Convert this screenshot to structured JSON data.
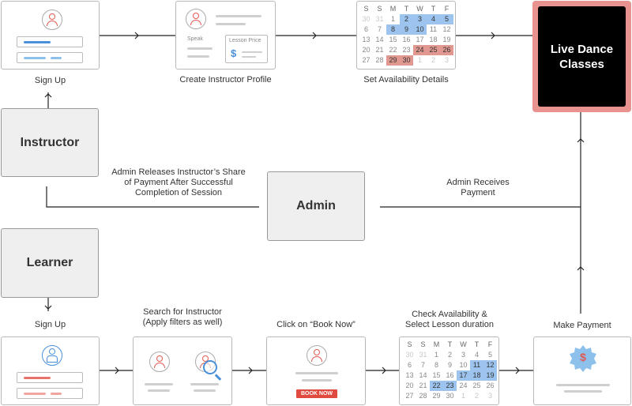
{
  "roles": {
    "instructor": "Instructor",
    "learner": "Learner",
    "admin": "Admin",
    "live_classes_line1": "Live Dance",
    "live_classes_line2": "Classes"
  },
  "instructor_flow": {
    "signup": "Sign Up",
    "create_profile": "Create Instructor Profile",
    "profile_speak": "Speak",
    "profile_lesson_price": "Lesson Price",
    "profile_currency": "$",
    "set_availability": "Set Availability Details"
  },
  "learner_flow": {
    "signup": "Sign Up",
    "search_line1": "Search for Instructor",
    "search_line2": "(Apply filters as well)",
    "book_now": "Click on “Book Now”",
    "book_button": "BOOK NOW",
    "check_line1": "Check Availability &",
    "check_line2": "Select Lesson duration",
    "make_payment": "Make Payment",
    "payment_currency": "$"
  },
  "admin_flow": {
    "releases_line1": "Admin Releases Instructor’s Share",
    "releases_line2": "of Payment After Successful",
    "releases_line3": "Completion of Session",
    "receives_line1": "Admin Receives",
    "receives_line2": "Payment"
  },
  "calendar": {
    "days": [
      "S",
      "S",
      "M",
      "T",
      "W",
      "T",
      "F"
    ],
    "cells": [
      "30",
      "31",
      "1",
      "2",
      "3",
      "4",
      "5",
      "6",
      "7",
      "8",
      "9",
      "10",
      "11",
      "12",
      "13",
      "14",
      "15",
      "16",
      "17",
      "18",
      "19",
      "20",
      "21",
      "22",
      "23",
      "24",
      "25",
      "26",
      "27",
      "28",
      "29",
      "30",
      "1",
      "2",
      "3"
    ]
  },
  "colors": {
    "accent_red": "#e05a50",
    "accent_blue": "#4a90d9",
    "live_border": "#e8938f"
  }
}
